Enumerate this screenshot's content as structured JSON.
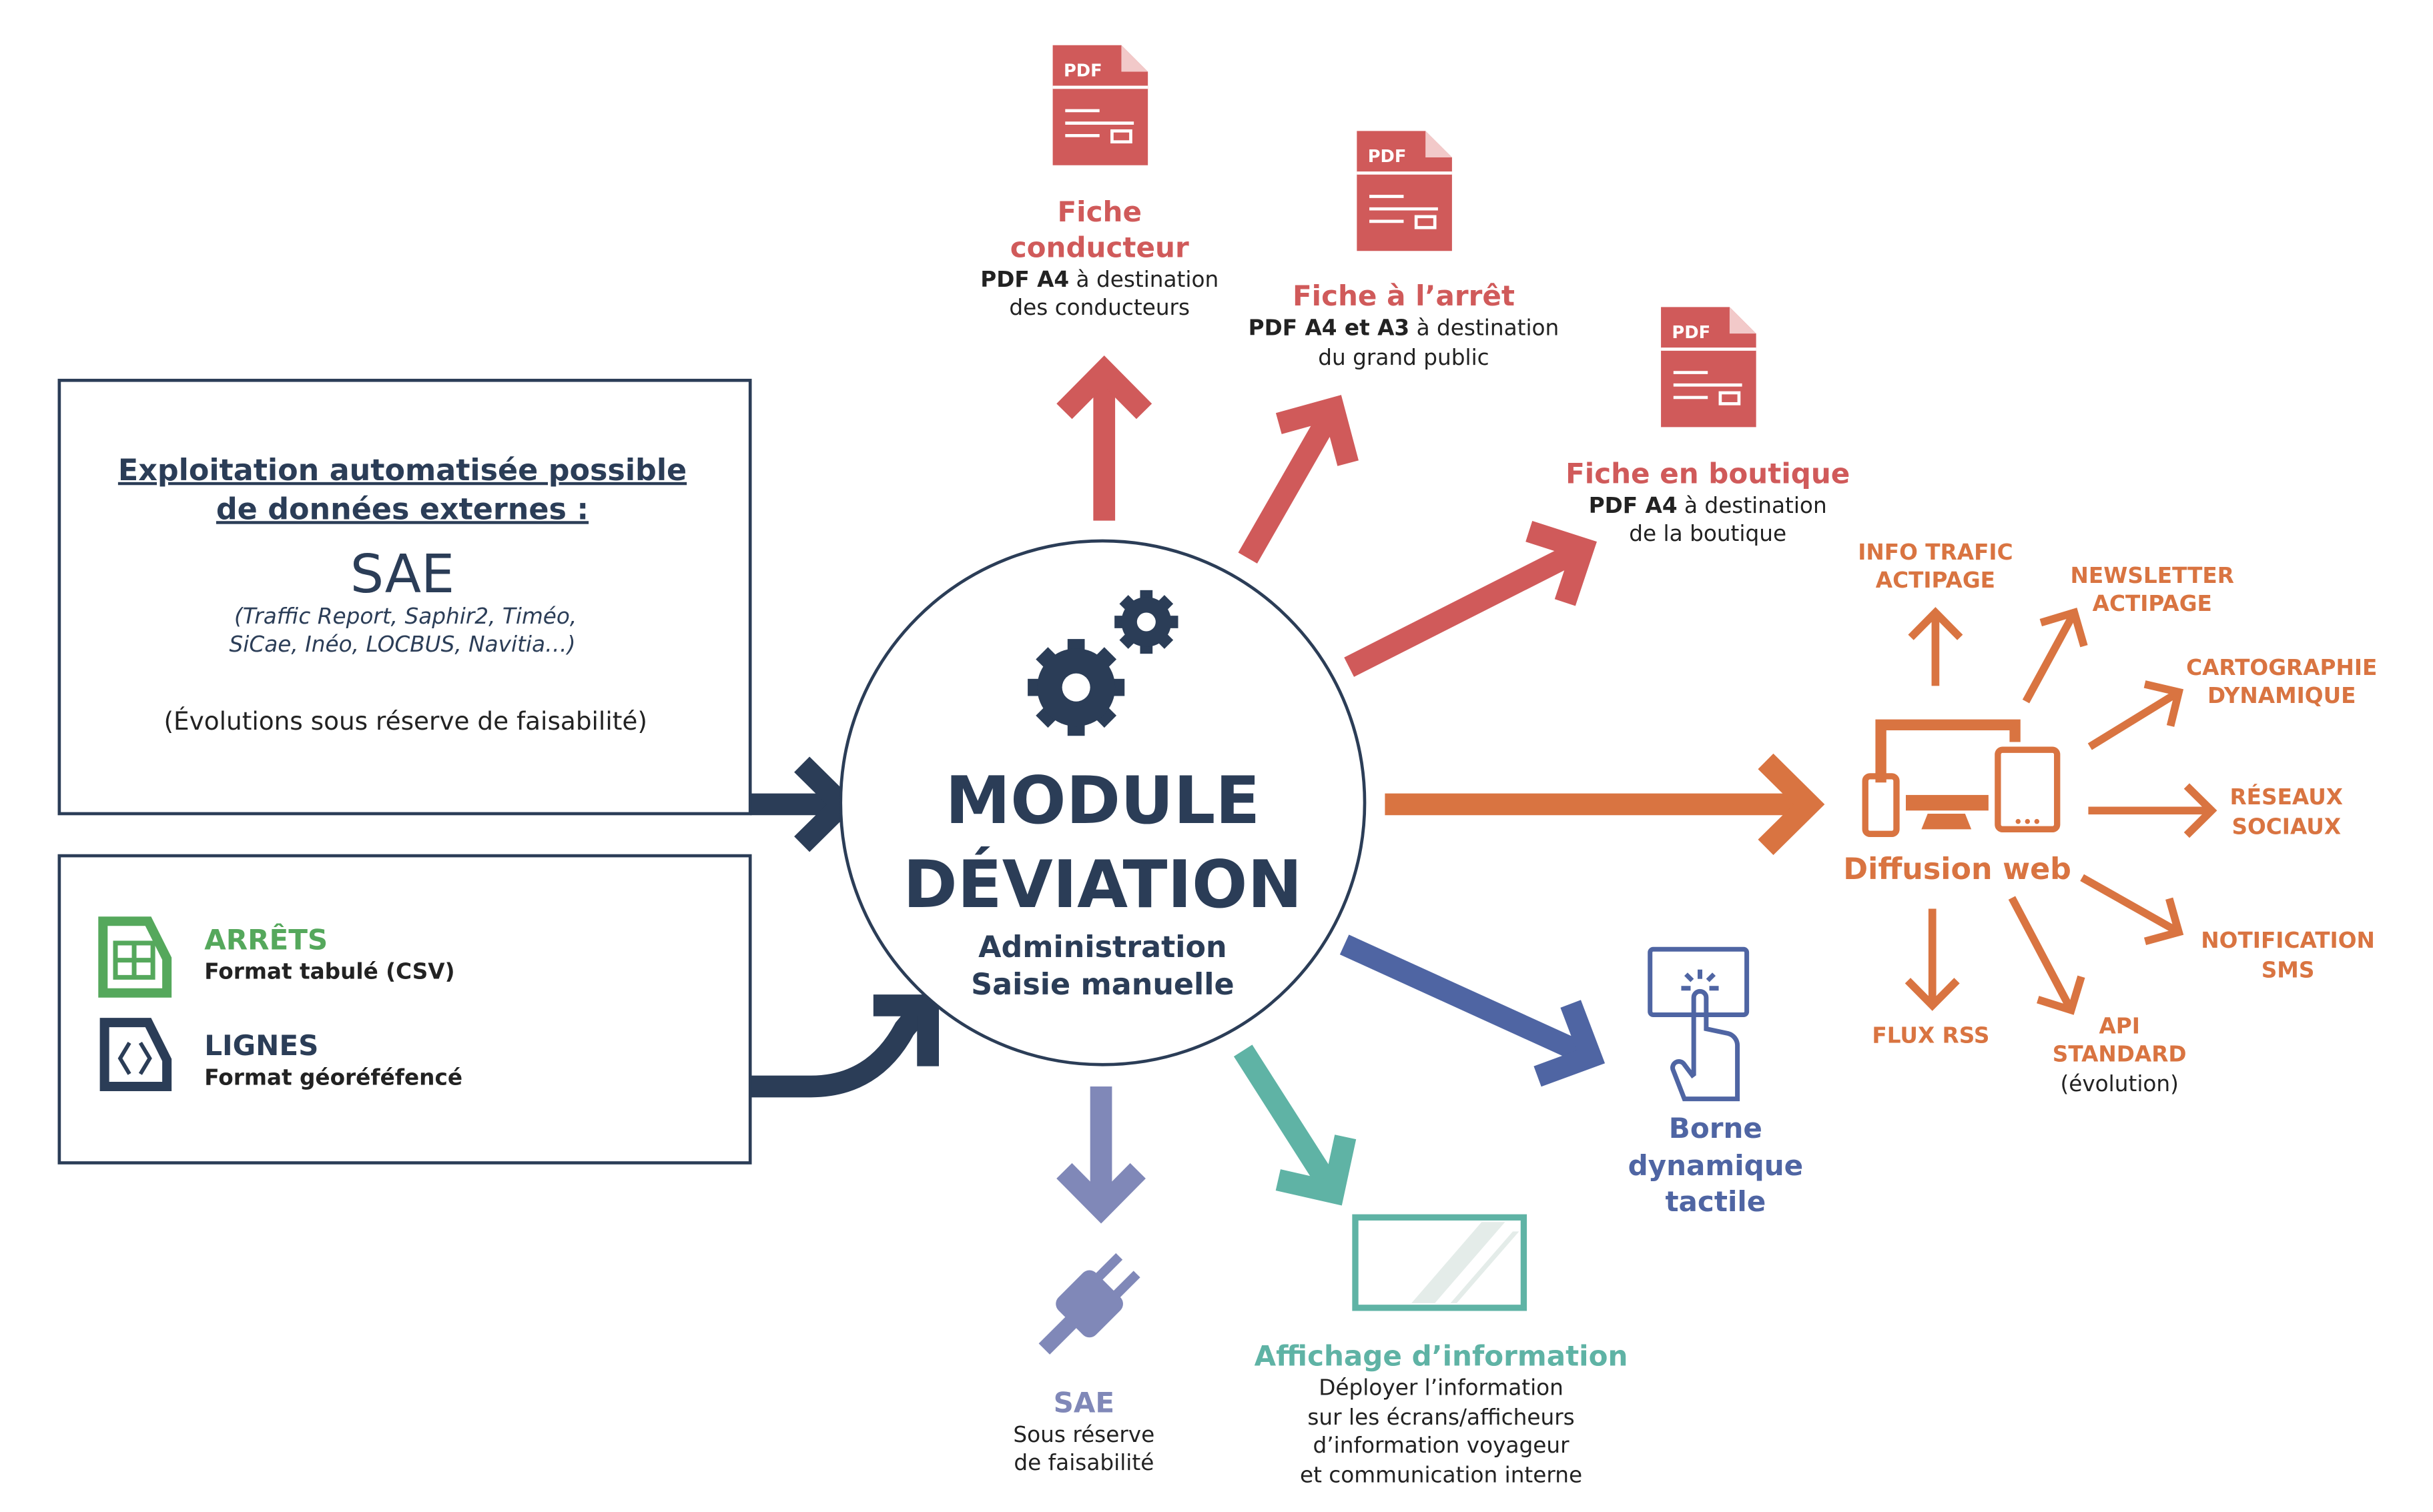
{
  "colors": {
    "navy": "#2b3d57",
    "red": "#d05a5a",
    "orange": "#d97441",
    "blue": "#4f65a3",
    "teal": "#5fb3a5",
    "lavender": "#8088b8",
    "green": "#55a85c"
  },
  "external_box": {
    "title_line1": "Exploitation automatisée possible",
    "title_line2": "de données externes :",
    "sae": "SAE",
    "sources_line1": "(Traffic Report, Saphir2, Timéo,",
    "sources_line2": "SiCae, Inéo, LOCBUS, Navitia…)",
    "note": "(Évolutions sous réserve de faisabilité)"
  },
  "import_box": {
    "items": [
      {
        "icon": "spreadsheet-file-icon",
        "title": "ARRÊTS",
        "subtitle": "Format tabulé (CSV)"
      },
      {
        "icon": "code-file-icon",
        "title": "LIGNES",
        "subtitle": "Format géoréféfencé"
      }
    ]
  },
  "module": {
    "icon": "gears-icon",
    "title_line1": "MODULE",
    "title_line2": "DÉVIATION",
    "sub_line1": "Administration",
    "sub_line2": "Saisie manuelle"
  },
  "outputs": {
    "fiche_conducteur": {
      "icon_label": "PDF",
      "title1": "Fiche",
      "title2": "conducteur",
      "bold": "PDF A4",
      "rest": " à destination",
      "line2": "des conducteurs"
    },
    "fiche_arret": {
      "icon_label": "PDF",
      "title": "Fiche à l’arrêt",
      "bold": "PDF A4 et A3",
      "rest": " à destination",
      "line2": "du grand public"
    },
    "fiche_boutique": {
      "icon_label": "PDF",
      "title": "Fiche en boutique",
      "bold": "PDF A4",
      "rest": " à destination",
      "line2": "de la boutique"
    },
    "diffusion_web": {
      "title": "Diffusion web",
      "icon": "multi-device-icon",
      "channels": [
        {
          "line1": "INFO TRAFIC",
          "line2": "ACTIPAGE"
        },
        {
          "line1": "NEWSLETTER",
          "line2": "ACTIPAGE"
        },
        {
          "line1": "CARTOGRAPHIE",
          "line2": "DYNAMIQUE"
        },
        {
          "line1": "RÉSEAUX",
          "line2": "SOCIAUX"
        },
        {
          "line1": "NOTIFICATION",
          "line2": "SMS"
        },
        {
          "line1": "API",
          "line2": "STANDARD",
          "line3": "(évolution)"
        },
        {
          "line1": "FLUX RSS"
        }
      ]
    },
    "borne": {
      "icon": "touch-screen-icon",
      "line1": "Borne",
      "line2": "dynamique",
      "line3": "tactile"
    },
    "affichage": {
      "icon": "display-screen-icon",
      "title": "Affichage d’information",
      "lines": [
        "Déployer l’information",
        "sur les écrans/afficheurs",
        "d’information voyageur",
        "et communication interne"
      ]
    },
    "sae": {
      "icon": "plug-icon",
      "title": "SAE",
      "line1": "Sous réserve",
      "line2": "de faisabilité"
    }
  }
}
